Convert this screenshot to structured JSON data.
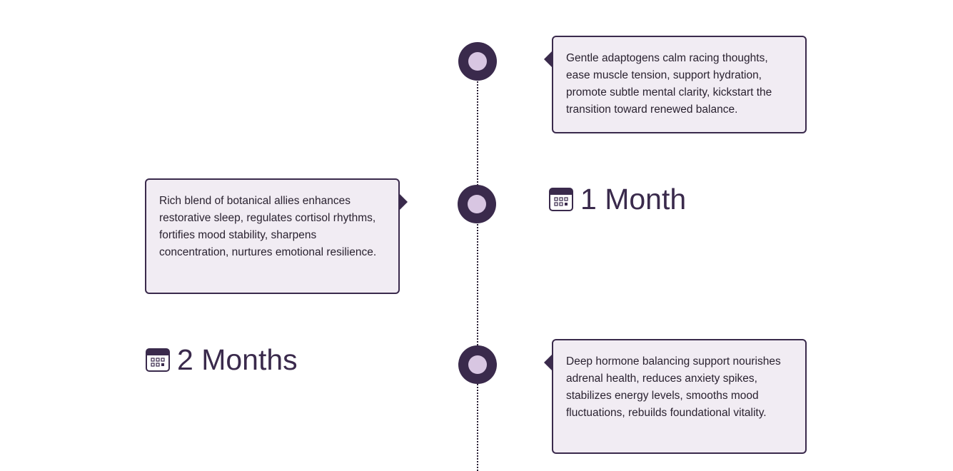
{
  "timeline": {
    "items": [
      {
        "text": "Gentle adaptogens calm racing thoughts, ease muscle tension, support hydration, promote subtle mental clarity, kickstart the transition toward renewed balance.",
        "date": ""
      },
      {
        "text": "Rich blend of botanical allies enhances restorative sleep, regulates cortisol rhythms, fortifies mood stability, sharpens concentration, nurtures emotional resilience.",
        "date": "1 Month"
      },
      {
        "text": "Deep hormone balancing support nourishes adrenal health, reduces anxiety spikes, stabilizes energy levels, smooths mood fluctuations, rebuilds foundational vitality.",
        "date": "2 Months"
      }
    ]
  },
  "icons": {
    "date_icon": "calendar-icon"
  },
  "colors": {
    "accent_dark": "#3a2a4c",
    "accent_light": "#d8c6e2",
    "card_background": "#f1ecf3",
    "text": "#2a2230"
  }
}
